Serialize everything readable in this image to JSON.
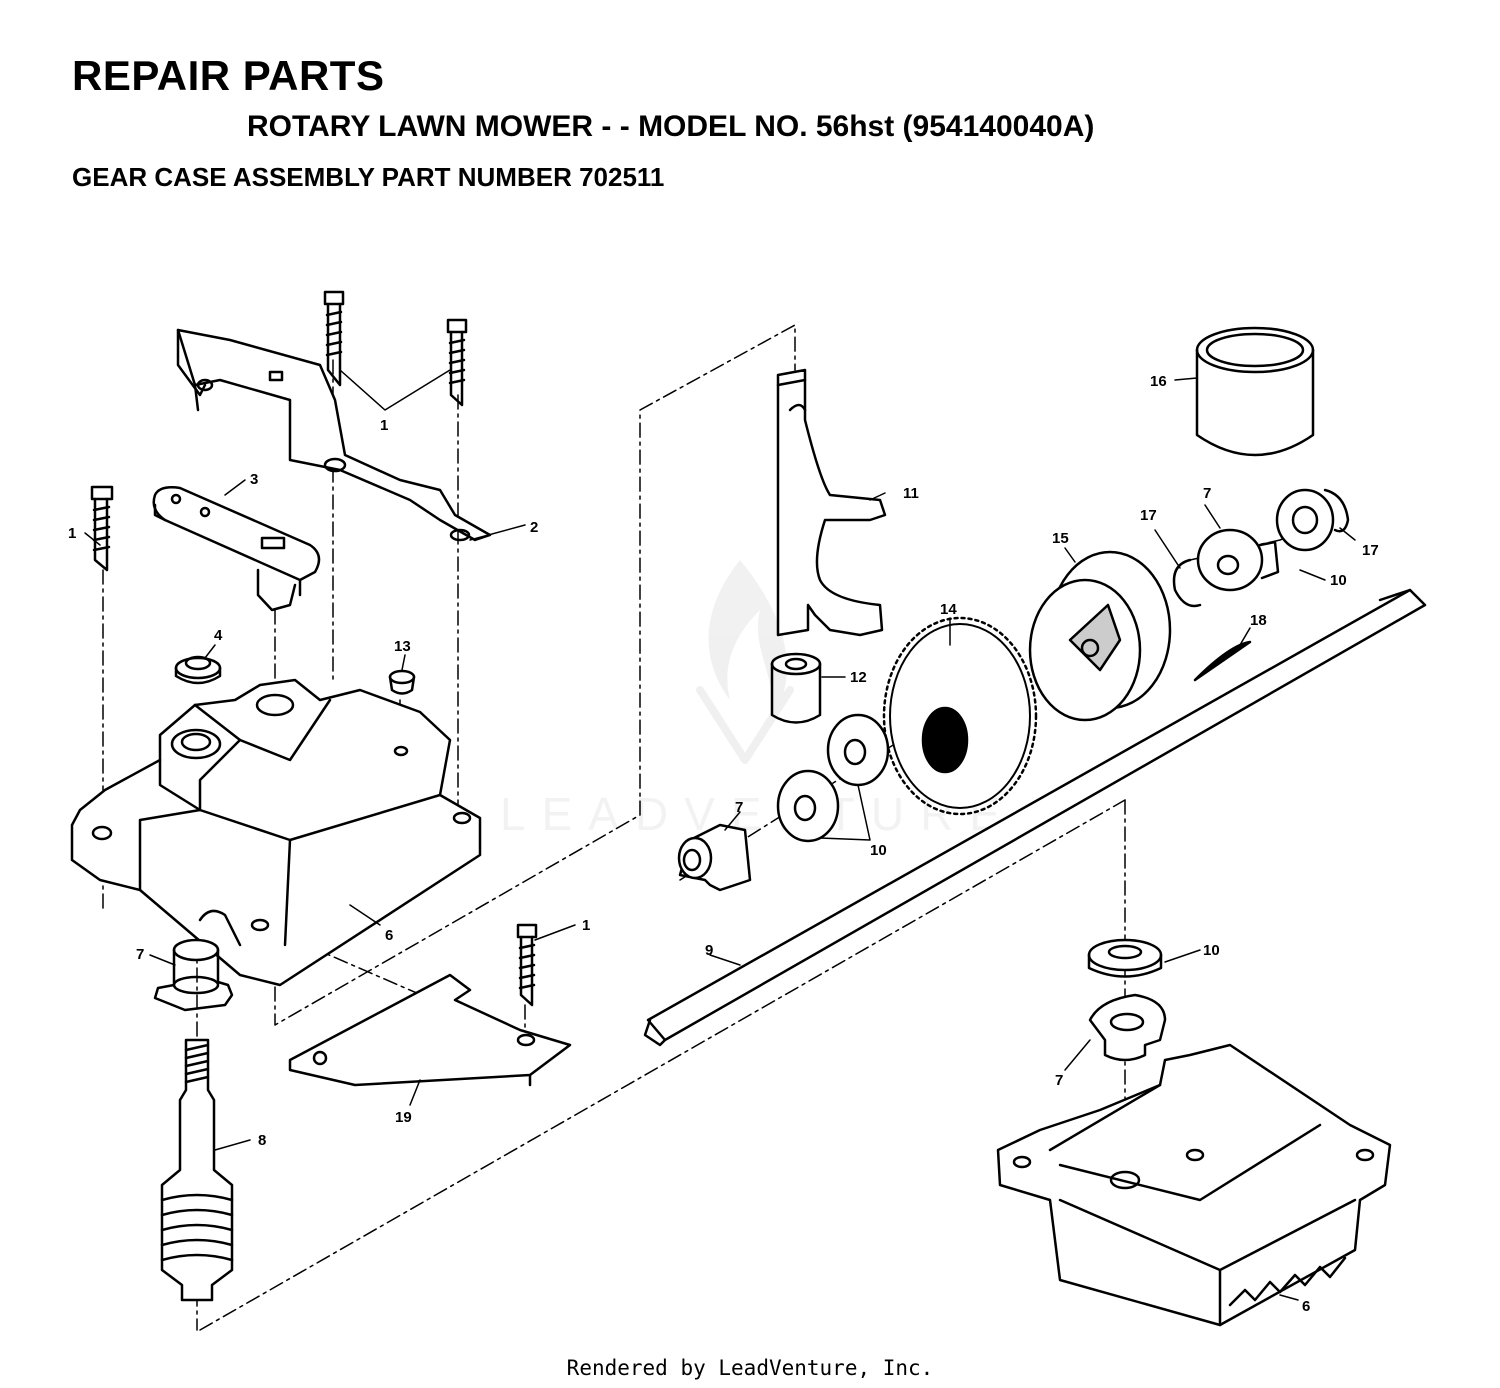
{
  "header": {
    "title": "REPAIR PARTS",
    "subtitle": "ROTARY LAWN MOWER - - MODEL NO. 56hst (954140040A)",
    "assembly": "GEAR CASE ASSEMBLY PART NUMBER 702511"
  },
  "callouts": {
    "c1a": "1",
    "c1b": "1",
    "c1c": "1",
    "c2": "2",
    "c3": "3",
    "c4": "4",
    "c6a": "6",
    "c6b": "6",
    "c7a": "7",
    "c7b": "7",
    "c7c": "7",
    "c7d": "7",
    "c8": "8",
    "c9": "9",
    "c10a": "10",
    "c10b": "10",
    "c10c": "10",
    "c11": "11",
    "c12": "12",
    "c13": "13",
    "c14": "14",
    "c15": "15",
    "c16": "16",
    "c17a": "17",
    "c17b": "17",
    "c18": "18",
    "c19": "19"
  },
  "watermark": "LEADVENTURE",
  "footer": "Rendered by LeadVenture, Inc."
}
